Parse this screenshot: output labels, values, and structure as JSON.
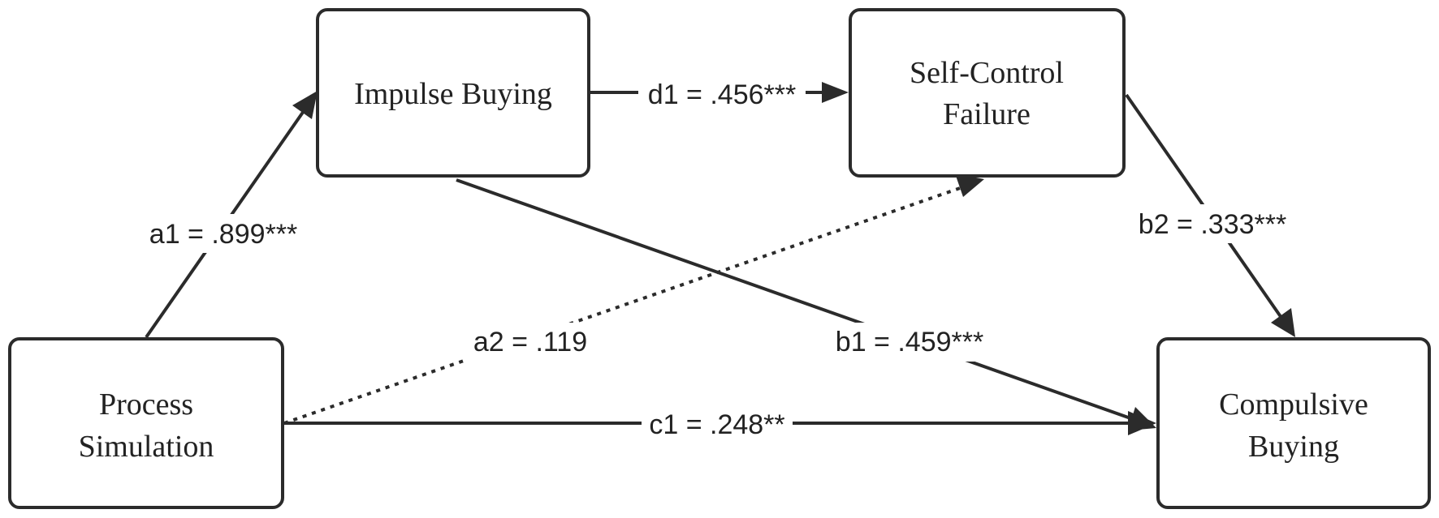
{
  "nodes": {
    "impulse": {
      "lines": [
        "Impulse Buying"
      ]
    },
    "selfcontrol": {
      "lines": [
        "Self-Control",
        "Failure"
      ]
    },
    "process": {
      "lines": [
        "Process",
        "Simulation"
      ]
    },
    "compulsive": {
      "lines": [
        "Compulsive",
        "Buying"
      ]
    }
  },
  "paths": {
    "a1": {
      "label": "a1 = .899***",
      "style": "solid"
    },
    "a2": {
      "label": "a2 = .119",
      "style": "dotted"
    },
    "d1": {
      "label": "d1 = .456***",
      "style": "solid"
    },
    "b1": {
      "label": "b1 = .459***",
      "style": "solid"
    },
    "b2": {
      "label": "b2 = .333***",
      "style": "solid"
    },
    "c1": {
      "label": "c1 = .248**",
      "style": "solid"
    }
  },
  "colors": {
    "stroke": "#2b2b2b",
    "text": "#222222",
    "background": "#ffffff"
  }
}
